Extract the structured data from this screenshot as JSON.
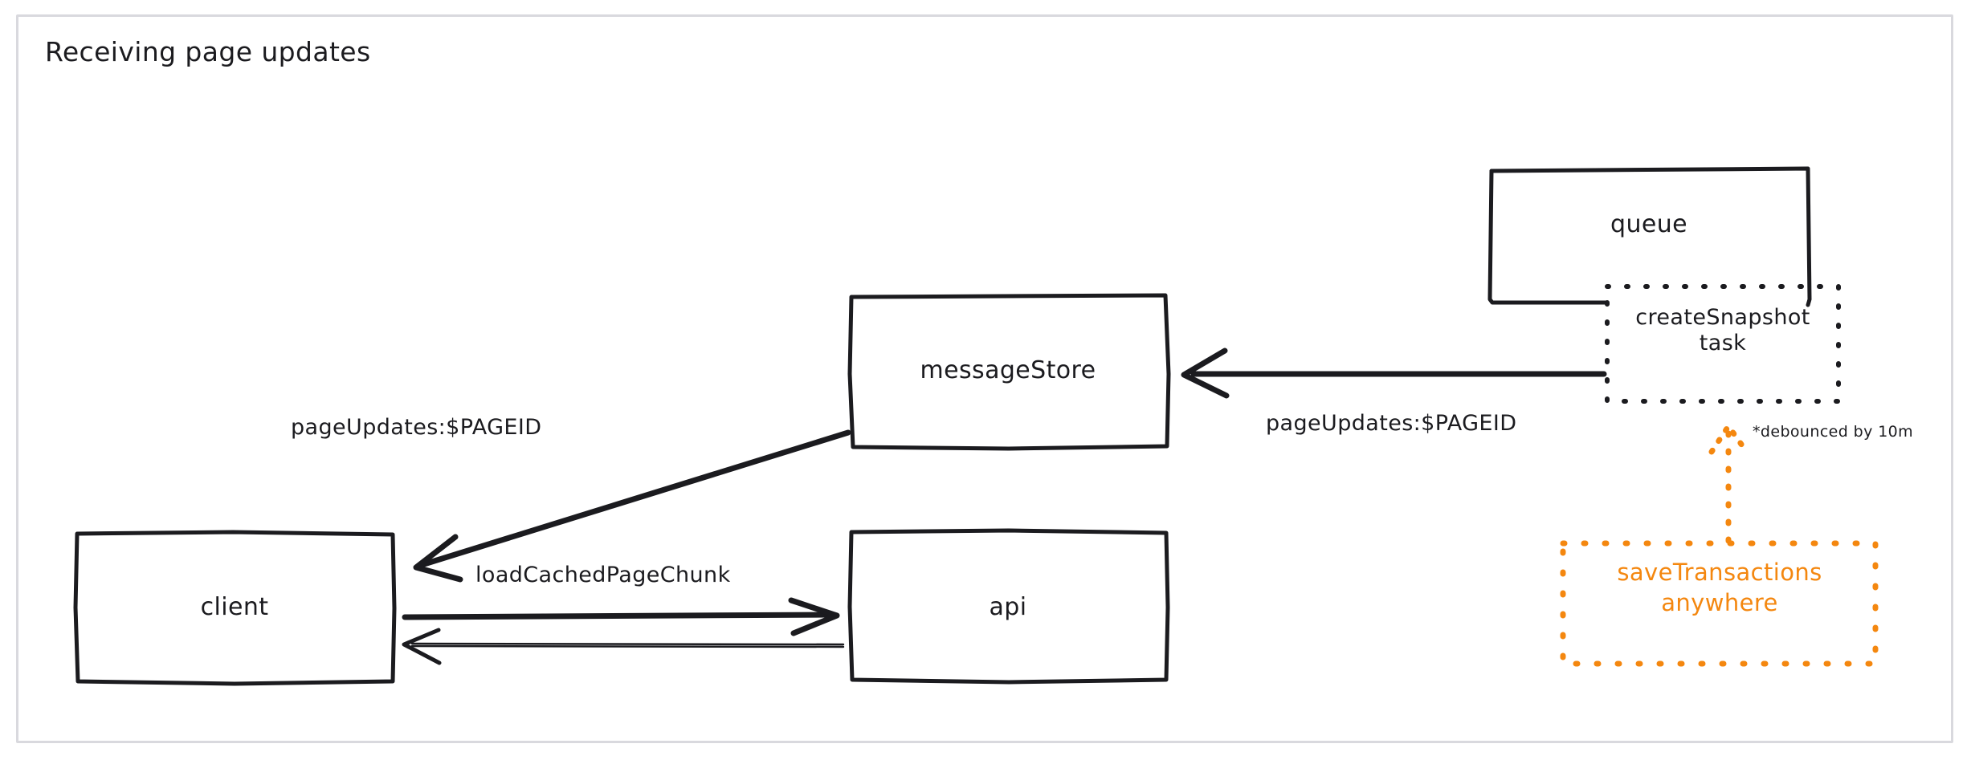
{
  "diagram": {
    "title": "Receiving page updates",
    "accent_orange": "#f4870f",
    "ink_color": "#1b1b1f",
    "frame_color": "#d9d9de",
    "background": "#ffffff",
    "nodes": [
      {
        "id": "client",
        "label": "client",
        "style": "solid",
        "color": "#1b1b1f"
      },
      {
        "id": "api",
        "label": "api",
        "style": "solid",
        "color": "#1b1b1f"
      },
      {
        "id": "messageStore",
        "label": "messageStore",
        "style": "solid",
        "color": "#1b1b1f"
      },
      {
        "id": "queue",
        "label": "queue",
        "style": "solid",
        "color": "#1b1b1f"
      },
      {
        "id": "createSnapshot",
        "label": "createSnapshot\ntask",
        "style": "dotted",
        "color": "#1b1b1f"
      },
      {
        "id": "saveTransactions",
        "label": "saveTransactions\nanywhere",
        "style": "dotted",
        "color": "#f4870f"
      }
    ],
    "edges": [
      {
        "id": "messagestore-to-client",
        "label": "pageUpdates:$PAGEID",
        "from": "messageStore",
        "to": "client",
        "style": "solid",
        "color": "#1b1b1f"
      },
      {
        "id": "createsnapshot-to-messagestore",
        "label": "pageUpdates:$PAGEID",
        "from": "createSnapshot",
        "to": "messageStore",
        "style": "solid",
        "color": "#1b1b1f"
      },
      {
        "id": "client-to-api",
        "label": "loadCachedPageChunk",
        "from": "client",
        "to": "api",
        "style": "solid",
        "color": "#1b1b1f"
      },
      {
        "id": "api-to-client",
        "label": "",
        "from": "api",
        "to": "client",
        "style": "thin",
        "color": "#1b1b1f"
      },
      {
        "id": "savetransactions-to-createsnapshot",
        "label": "*debounced by 10m",
        "from": "saveTransactions",
        "to": "createSnapshot",
        "style": "dotted",
        "color": "#f4870f"
      }
    ],
    "annotations": [
      {
        "id": "debounce-note",
        "text": "*debounced by 10m"
      }
    ]
  }
}
